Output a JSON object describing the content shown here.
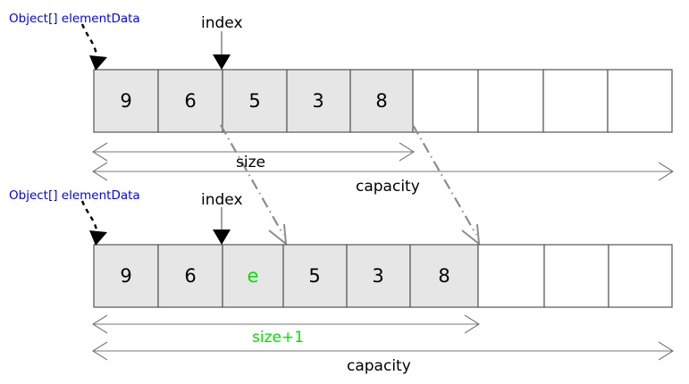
{
  "diagram": {
    "title_concept": "ArrayList insert at index",
    "colors": {
      "filled_cell": "#e6e6e6",
      "empty_cell": "#ffffff",
      "cell_border": "#555555",
      "variable_label": "#0000ff",
      "highlight": "#00e000",
      "measure_arrow": "#777777",
      "connector_arrow": "#8c8c8c",
      "pointer_arrow": "#000000"
    },
    "before": {
      "array_label": "Object[] elementData",
      "index_label": "index",
      "cells": [
        {
          "value": "9",
          "filled": true,
          "highlight": false
        },
        {
          "value": "6",
          "filled": true,
          "highlight": false
        },
        {
          "value": "5",
          "filled": true,
          "highlight": false
        },
        {
          "value": "3",
          "filled": true,
          "highlight": false
        },
        {
          "value": "8",
          "filled": true,
          "highlight": false
        },
        {
          "value": "",
          "filled": false,
          "highlight": false
        },
        {
          "value": "",
          "filled": false,
          "highlight": false
        },
        {
          "value": "",
          "filled": false,
          "highlight": false
        },
        {
          "value": "",
          "filled": false,
          "highlight": false
        }
      ],
      "size_label": "size",
      "capacity_label": "capacity",
      "size_value": 5,
      "capacity_value": 9,
      "index_value": 2
    },
    "after": {
      "array_label": "Object[] elementData",
      "index_label": "index",
      "cells": [
        {
          "value": "9",
          "filled": true,
          "highlight": false
        },
        {
          "value": "6",
          "filled": true,
          "highlight": false
        },
        {
          "value": "e",
          "filled": true,
          "highlight": true
        },
        {
          "value": "5",
          "filled": true,
          "highlight": false
        },
        {
          "value": "3",
          "filled": true,
          "highlight": false
        },
        {
          "value": "8",
          "filled": true,
          "highlight": false
        },
        {
          "value": "",
          "filled": false,
          "highlight": false
        },
        {
          "value": "",
          "filled": false,
          "highlight": false
        },
        {
          "value": "",
          "filled": false,
          "highlight": false
        }
      ],
      "size_label": "size+1",
      "capacity_label": "capacity",
      "size_value": 6,
      "capacity_value": 9,
      "index_value": 2
    }
  }
}
